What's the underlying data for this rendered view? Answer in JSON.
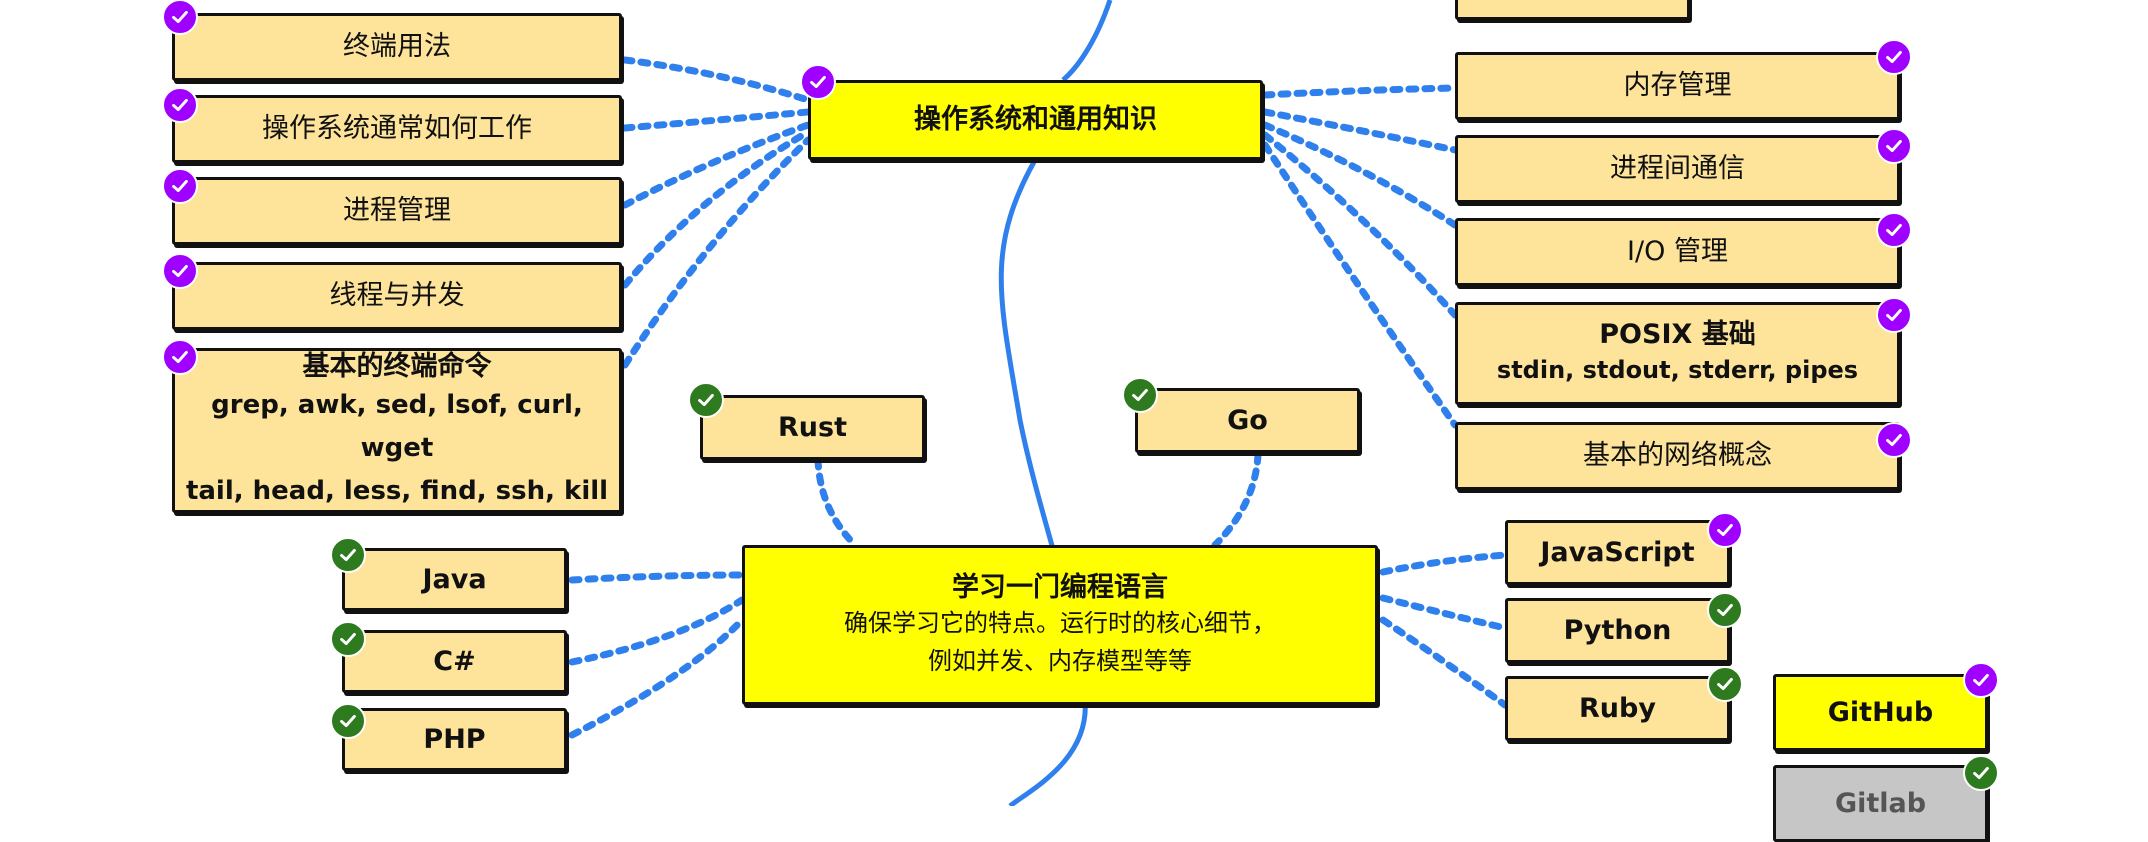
{
  "colors": {
    "topic_fill": "#ffff00",
    "subtopic_fill": "#fde49a",
    "gray_fill": "#c6c6c6",
    "connector": "#2f80ed",
    "check_purple": "#a000ff",
    "check_green": "#2e7a1f"
  },
  "os_section": {
    "topic": "操作系统和通用知识",
    "left_items": [
      "终端用法",
      "操作系统通常如何工作",
      "进程管理",
      "线程与并发"
    ],
    "terminal_commands": {
      "title": "基本的终端命令",
      "line1": "grep, awk, sed, lsof, curl, wget",
      "line2": "tail, head, less, find, ssh, kill"
    },
    "right_items": [
      "内存管理",
      "进程间通信",
      "I/O 管理"
    ],
    "posix": {
      "title": "POSIX 基础",
      "subtitle": "stdin, stdout, stderr, pipes"
    },
    "networking": "基本的网络概念"
  },
  "language_section": {
    "topic": "学习一门编程语言",
    "desc_line1": "确保学习它的特点。运行时的核心细节，",
    "desc_line2": "例如并发、内存模型等等",
    "languages": {
      "rust": "Rust",
      "go": "Go",
      "java": "Java",
      "csharp": "C#",
      "php": "PHP",
      "javascript": "JavaScript",
      "python": "Python",
      "ruby": "Ruby"
    }
  },
  "vcs_hosting": {
    "github": "GitHub",
    "gitlab": "Gitlab"
  },
  "icons": {
    "done": "check-circle-icon",
    "recommended": "check-circle-icon"
  }
}
